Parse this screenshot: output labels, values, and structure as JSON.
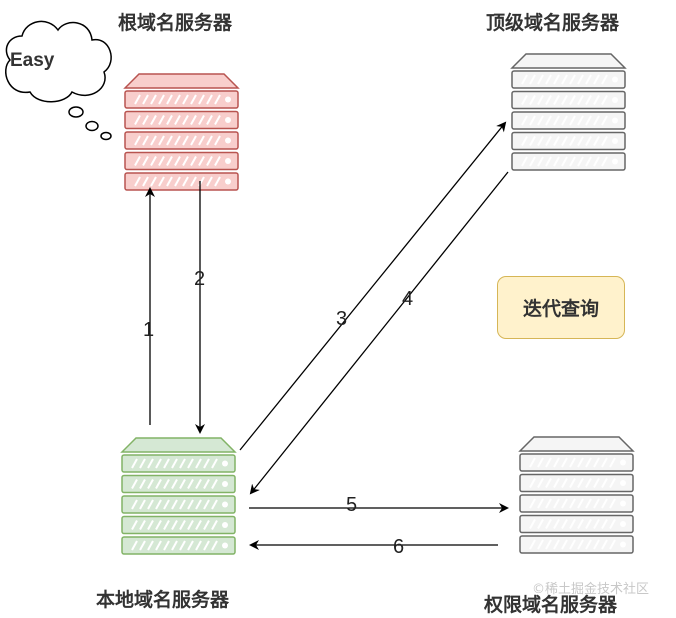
{
  "servers": {
    "root": {
      "label": "根域名服务器",
      "fill": "#f8cecc",
      "stroke": "#b85450"
    },
    "tld": {
      "label": "顶级域名服务器",
      "fill": "#f5f5f5",
      "stroke": "#666666"
    },
    "local": {
      "label": "本地域名服务器",
      "fill": "#d5e8d4",
      "stroke": "#82b366"
    },
    "authoritative": {
      "label": "权限域名服务器",
      "fill": "#f5f5f5",
      "stroke": "#666666"
    }
  },
  "steps": [
    "1",
    "2",
    "3",
    "4",
    "5",
    "6"
  ],
  "thought_bubble": "Easy",
  "mode_badge": "迭代查询",
  "watermark": "©稀土掘金技术社区"
}
